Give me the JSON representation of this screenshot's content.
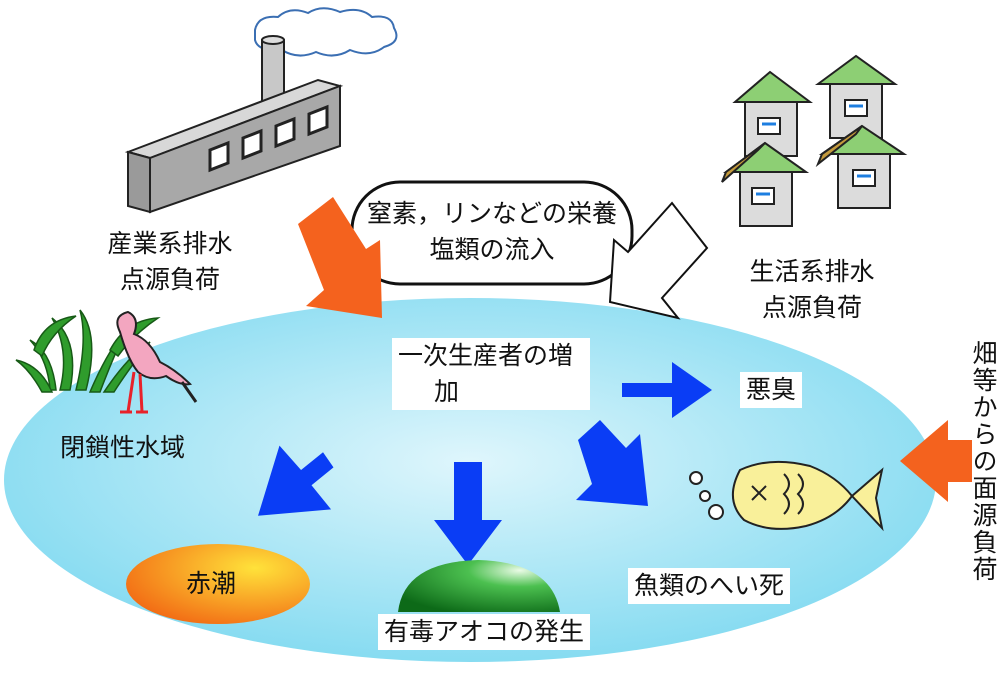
{
  "labels": {
    "industrial_line1": "産業系排水",
    "industrial_line2": "点源負荷",
    "nutrient_line1": "窒素，リンなどの栄養",
    "nutrient_line2": "塩類の流入",
    "domestic_line1": "生活系排水",
    "domestic_line2": "点源負荷",
    "closed_water": "閉鎖性水域",
    "primary_line1": "一次生産者の増",
    "primary_line2": "加",
    "odor": "悪臭",
    "red_tide": "赤潮",
    "algae": "有毒アオコの発生",
    "fish_death": "魚類のへい死",
    "nonpoint": "畑等からの面源負荷"
  },
  "colors": {
    "water": "#aee9f7",
    "blue_arrow": "#0a3df5",
    "orange_arrow": "#f4621e",
    "roof": "#8dcf74",
    "red_tide": "#f59a1c",
    "algae": "#1f9a2c",
    "fish": "#f9f09a"
  },
  "icons": [
    "factory-icon",
    "houses-icon",
    "heron-icon",
    "reeds-icon",
    "fish-icon",
    "cloud-icon"
  ]
}
